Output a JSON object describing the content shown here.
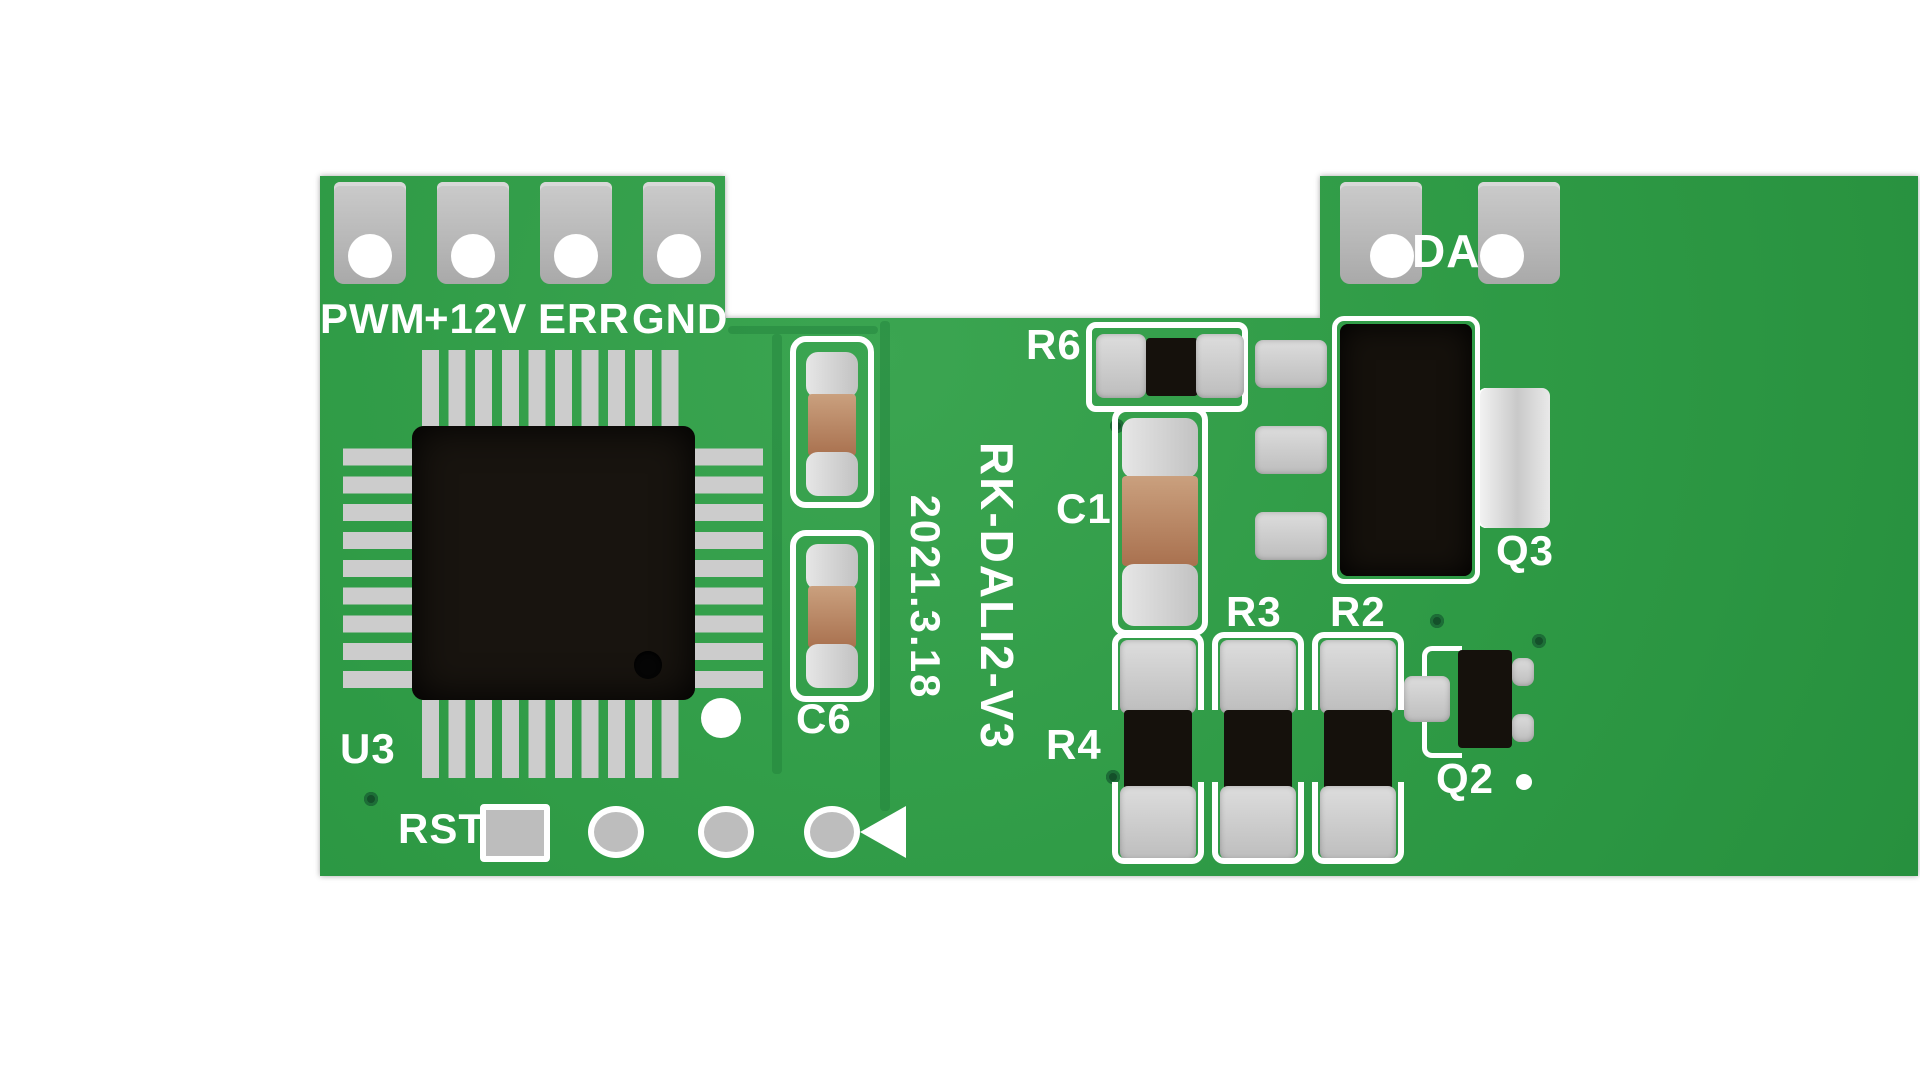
{
  "pcb": {
    "model": "RK-DALI2-V3",
    "date": "2021.3.18",
    "connectors_left": [
      "PWM",
      "+12V",
      "ERR",
      "GND"
    ],
    "connector_right": "DA",
    "labels": {
      "u3": "U3",
      "rst": "RST",
      "c6": "C6",
      "r6": "R6",
      "c1": "C1",
      "q3": "Q3",
      "r3": "R3",
      "r2": "R2",
      "r4": "R4",
      "q2": "Q2"
    },
    "colors": {
      "board_green": "#2e9a45",
      "silkscreen_white": "#ffffff",
      "pad_silver": "#c9c9c9",
      "component_black": "#15110c",
      "capacitor_tan": "#bd8a64"
    }
  }
}
